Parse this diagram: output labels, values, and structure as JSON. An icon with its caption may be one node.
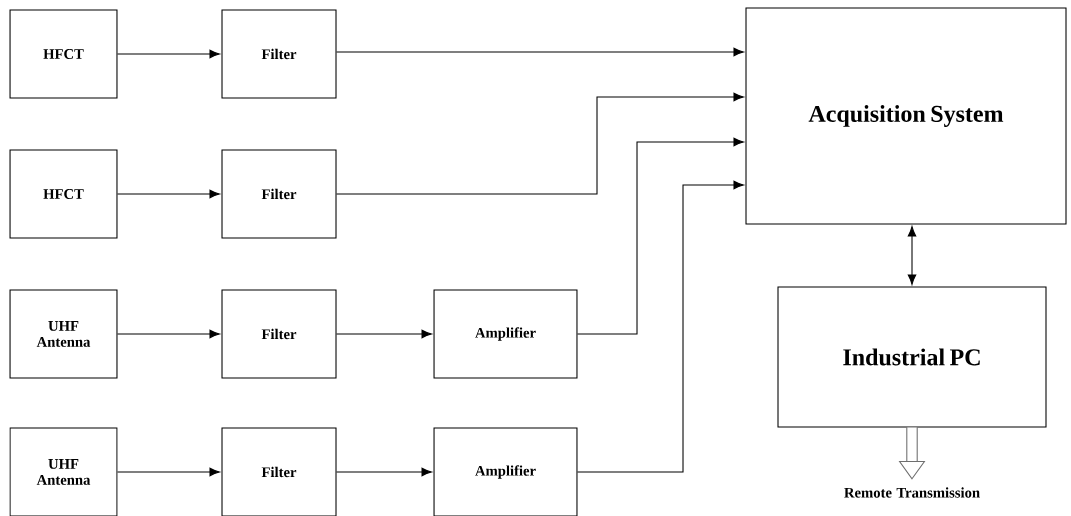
{
  "diagram": {
    "nodes": [
      {
        "text": [
          "HFCT"
        ]
      },
      {
        "text": [
          "Filter"
        ]
      },
      {
        "text": [
          "HFCT"
        ]
      },
      {
        "text": [
          "Filter"
        ]
      },
      {
        "text": [
          "UHF Antenna"
        ]
      },
      {
        "text": [
          "Filter"
        ]
      },
      {
        "text": [
          "Amplifier"
        ]
      },
      {
        "text": [
          "UHF Antenna"
        ]
      },
      {
        "text": [
          "Filter"
        ]
      },
      {
        "text": [
          "Amplifier"
        ]
      },
      {
        "text": [
          "Acquisition System"
        ]
      },
      {
        "text": [
          "Industrial PC"
        ]
      },
      {
        "text": [
          "Remote Transmission"
        ]
      }
    ],
    "edges": [
      {
        "from": 0,
        "to": 1,
        "arrow": "to"
      },
      {
        "from": 1,
        "to": 10,
        "arrow": "to"
      },
      {
        "from": 2,
        "to": 3,
        "arrow": "to"
      },
      {
        "from": 3,
        "to": 10,
        "arrow": "to"
      },
      {
        "from": 4,
        "to": 5,
        "arrow": "to"
      },
      {
        "from": 5,
        "to": 6,
        "arrow": "to"
      },
      {
        "from": 6,
        "to": 10,
        "arrow": "to"
      },
      {
        "from": 7,
        "to": 8,
        "arrow": "to"
      },
      {
        "from": 8,
        "to": 9,
        "arrow": "to"
      },
      {
        "from": 9,
        "to": 10,
        "arrow": "to"
      },
      {
        "from": 10,
        "to": 11,
        "arrow": "both"
      },
      {
        "from": 11,
        "to": 12,
        "arrow": "to",
        "style": "thick",
        "color": "#6e6e6e"
      }
    ]
  }
}
